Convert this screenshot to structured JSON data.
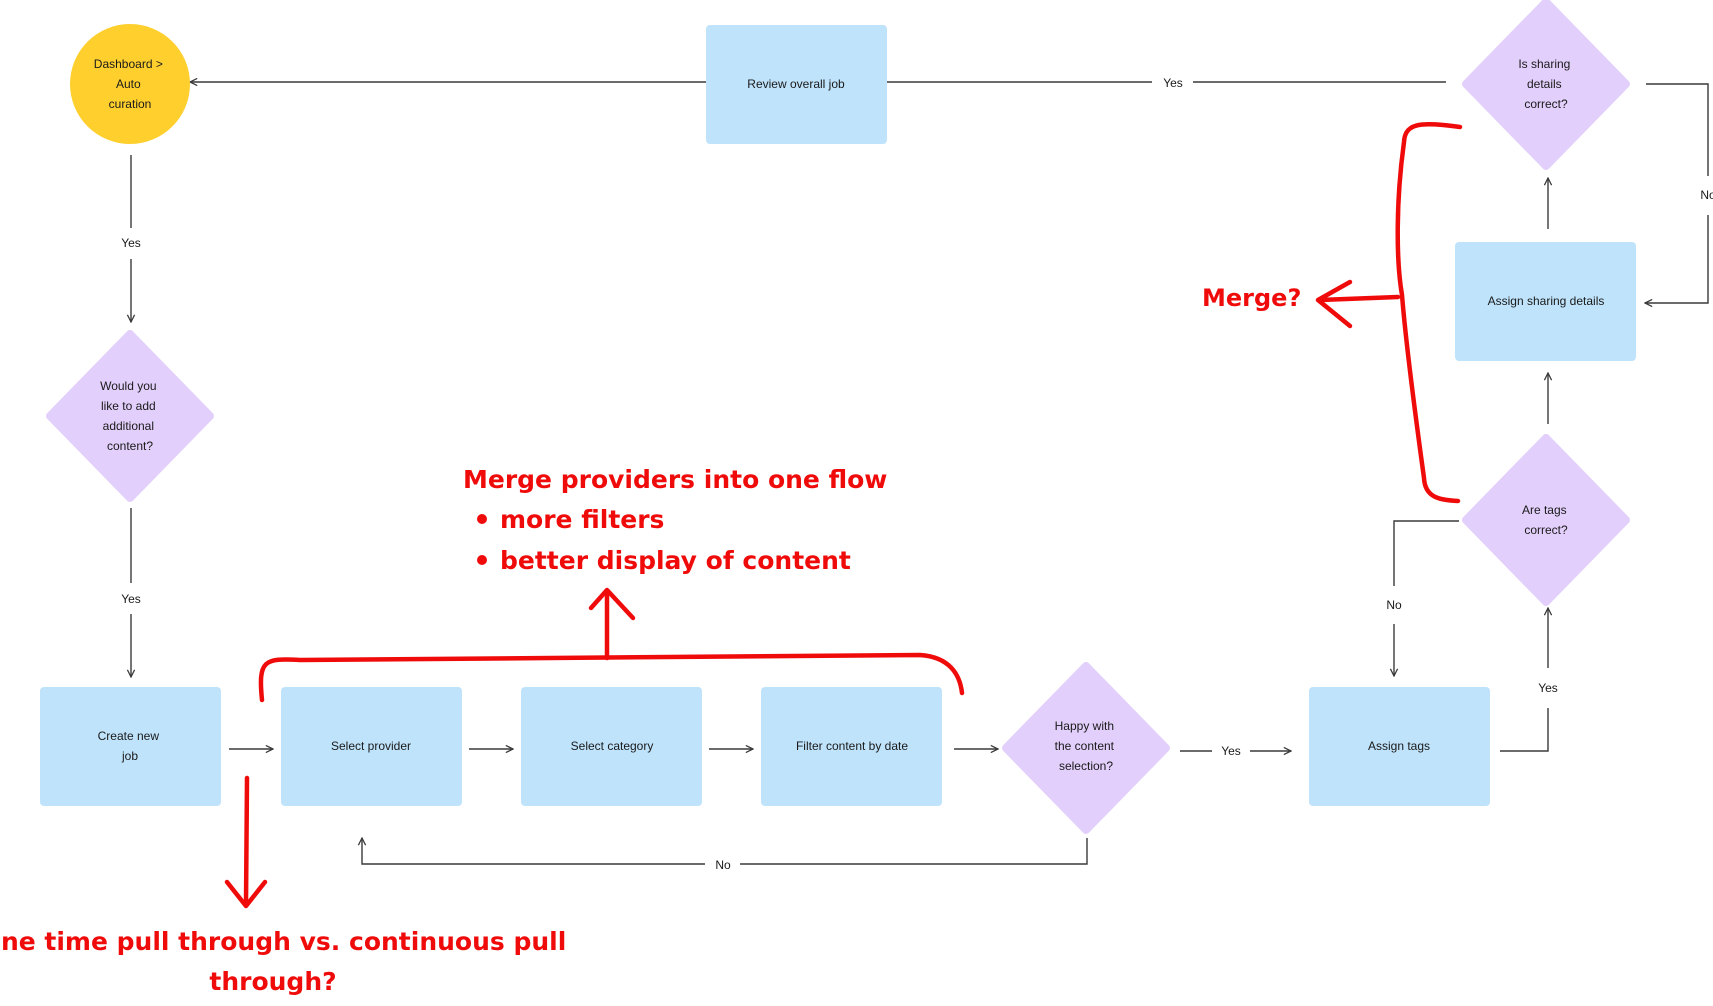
{
  "nodes": {
    "start": [
      "Dashboard >",
      "Auto",
      "curation"
    ],
    "review_job": [
      "Review overall job"
    ],
    "sharing_correct": [
      "Is sharing",
      "details",
      "correct?"
    ],
    "assign_sharing": [
      "Assign sharing details"
    ],
    "tags_correct": [
      "Are tags",
      "correct?"
    ],
    "add_content": [
      "Would you",
      "like to add",
      "additional",
      "content?"
    ],
    "create_job": [
      "Create new",
      "job"
    ],
    "select_provider": [
      "Select provider"
    ],
    "select_category": [
      "Select category"
    ],
    "filter_date": [
      "Filter content by date"
    ],
    "happy_selection": [
      "Happy with",
      "the content",
      "selection?"
    ],
    "assign_tags": [
      "Assign tags"
    ]
  },
  "edge_labels": {
    "start_to_add": "Yes",
    "add_to_create": "Yes",
    "happy_to_tags": "Yes",
    "happy_no": "No",
    "tags_yes": "Yes",
    "tags_no": "No",
    "sharing_no": "No",
    "sharing_yes": "Yes"
  },
  "annotations": {
    "merge": "Merge?",
    "providers_title": "Merge providers into one flow",
    "providers_bullets": [
      "more filters",
      "better display of content"
    ],
    "pull_line1": "One time pull through vs. continuous pull",
    "pull_line2": "through?"
  },
  "colors": {
    "process": "#bfe3fb",
    "decision": "#e2cffb",
    "start": "#fecf2d",
    "annotation": "#f00b0b",
    "connector": "#3a3a3a"
  }
}
